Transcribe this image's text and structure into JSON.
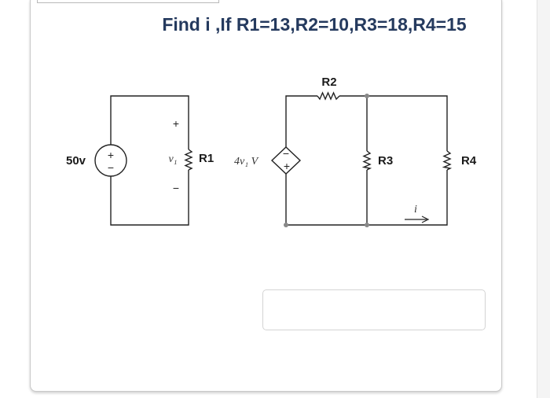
{
  "question": {
    "title": "Find i ,If R1=13,R2=10,R3=18,R4=15"
  },
  "circuit": {
    "source_label": "50v",
    "resistors": {
      "r1": "R1",
      "r2": "R2",
      "r3": "R3",
      "r4": "R4"
    },
    "v1_label": "v₁",
    "dep_source_label": "4v₁ V",
    "current_label": "i",
    "plus": "+",
    "minus": "−"
  },
  "answer": {
    "value": ""
  }
}
